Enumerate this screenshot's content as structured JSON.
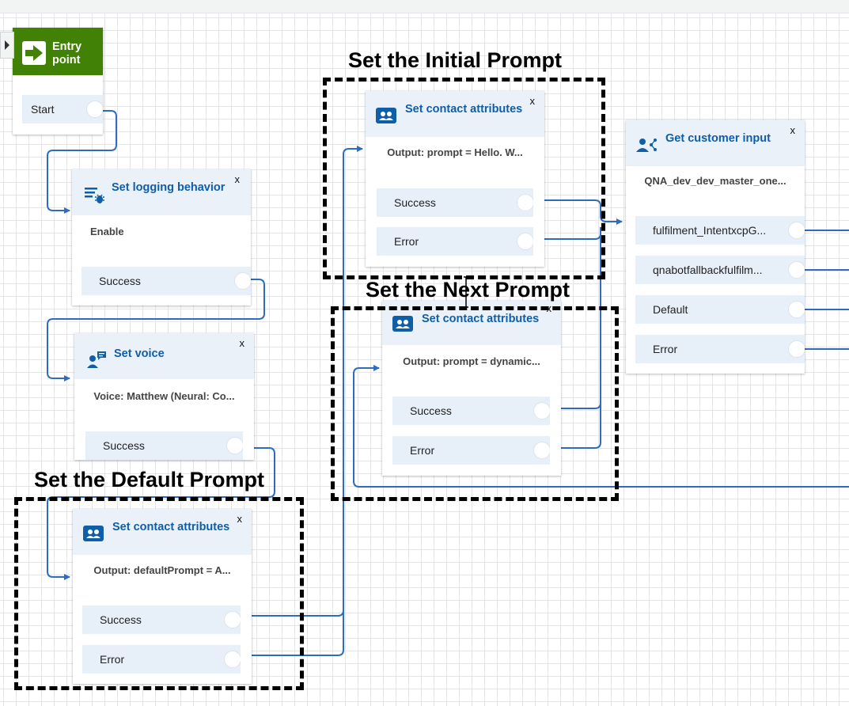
{
  "entry": {
    "title": "Entry point",
    "branch_label": "Start"
  },
  "blocks": {
    "logging": {
      "title": "Set logging behavior",
      "detail": "Enable",
      "branches": [
        "Success"
      ],
      "icon": "logging-icon"
    },
    "voice": {
      "title": "Set voice",
      "detail": "Voice: Matthew (Neural: Co...",
      "branches": [
        "Success"
      ],
      "icon": "voice-icon"
    },
    "default_prompt": {
      "title": "Set contact attributes",
      "detail": "Output: defaultPrompt = A...",
      "branches": [
        "Success",
        "Error"
      ],
      "icon": "contact-attributes-icon"
    },
    "initial_prompt": {
      "title": "Set contact attributes",
      "detail": "Output: prompt = Hello. W...",
      "branches": [
        "Success",
        "Error"
      ],
      "icon": "contact-attributes-icon"
    },
    "next_prompt": {
      "title": "Set contact attributes",
      "detail": "Output: prompt = dynamic...",
      "branches": [
        "Success",
        "Error"
      ],
      "icon": "contact-attributes-icon"
    },
    "customer_input": {
      "title": "Get customer input",
      "detail": "QNA_dev_dev_master_one...",
      "branches": [
        "fulfilment_IntentxcpG...",
        "qnabotfallbackfulfilm...",
        "Default",
        "Error"
      ],
      "icon": "customer-input-icon"
    }
  },
  "close_glyph": "x",
  "annotations": {
    "initial": "Set the Initial Prompt",
    "next": "Set the Next Prompt",
    "default": "Set the Default Prompt"
  },
  "colors": {
    "accent": "#0f5ea8",
    "entry_green": "#418106",
    "wire": "#2d6cc0",
    "branch_bg": "#e7eff8",
    "header_bg": "#ebf1f9"
  }
}
